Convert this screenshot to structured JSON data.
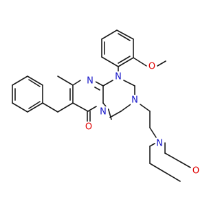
{
  "colors": {
    "bond": "#1a1a1a",
    "carbon": "#1a1a1a",
    "nitrogen": "#1414c8",
    "oxygen": "#e00000",
    "background": "#ffffff"
  },
  "atoms": {
    "n1": "N",
    "n2": "N",
    "n3": "N",
    "n4": "N",
    "n_morph": "N",
    "o_methoxy": "O",
    "o_carbonyl": "O",
    "o_morph": "O"
  }
}
